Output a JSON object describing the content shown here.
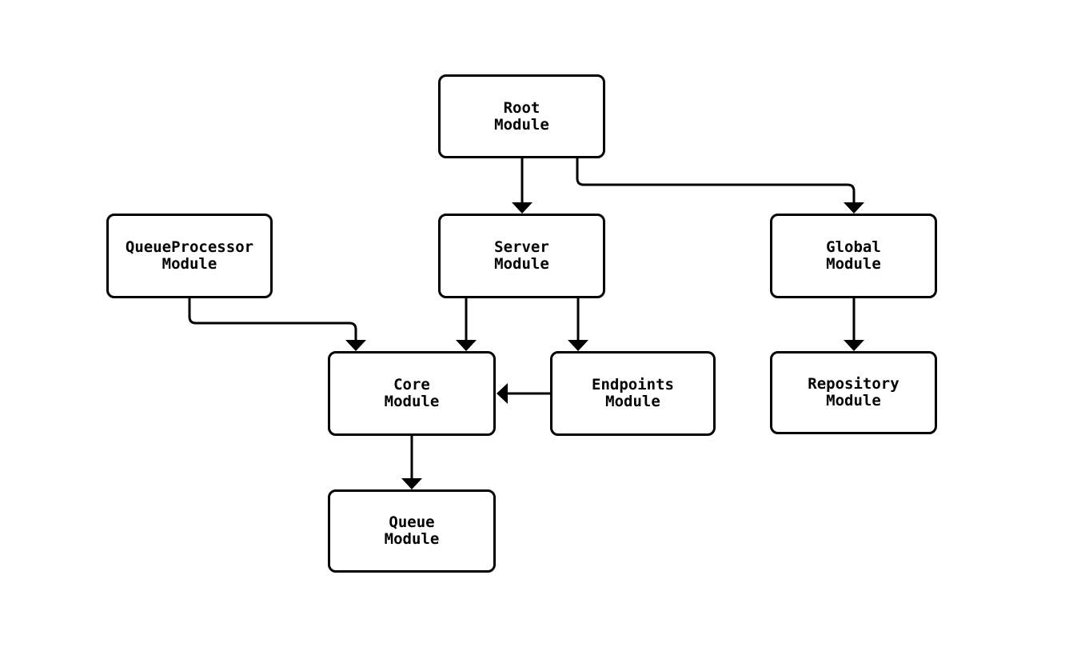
{
  "diagram": {
    "background_color": "#ffffff",
    "node_fill_color": "#ffffff",
    "node_border_color": "#000000",
    "edge_color": "#000000",
    "text_color": "#000000",
    "nodes": [
      {
        "id": "root-module",
        "label": "Root\nModule"
      },
      {
        "id": "queue-processor-module",
        "label": "QueueProcessor\nModule"
      },
      {
        "id": "server-module",
        "label": "Server\nModule"
      },
      {
        "id": "global-module",
        "label": "Global\nModule"
      },
      {
        "id": "core-module",
        "label": "Core\nModule"
      },
      {
        "id": "endpoints-module",
        "label": "Endpoints\nModule"
      },
      {
        "id": "repository-module",
        "label": "Repository\nModule"
      },
      {
        "id": "queue-module",
        "label": "Queue\nModule"
      }
    ],
    "edges": [
      {
        "from": "root-module",
        "to": "server-module"
      },
      {
        "from": "root-module",
        "to": "global-module"
      },
      {
        "from": "queue-processor-module",
        "to": "core-module"
      },
      {
        "from": "server-module",
        "to": "core-module"
      },
      {
        "from": "server-module",
        "to": "endpoints-module"
      },
      {
        "from": "global-module",
        "to": "repository-module"
      },
      {
        "from": "endpoints-module",
        "to": "core-module"
      },
      {
        "from": "core-module",
        "to": "queue-module"
      }
    ]
  }
}
